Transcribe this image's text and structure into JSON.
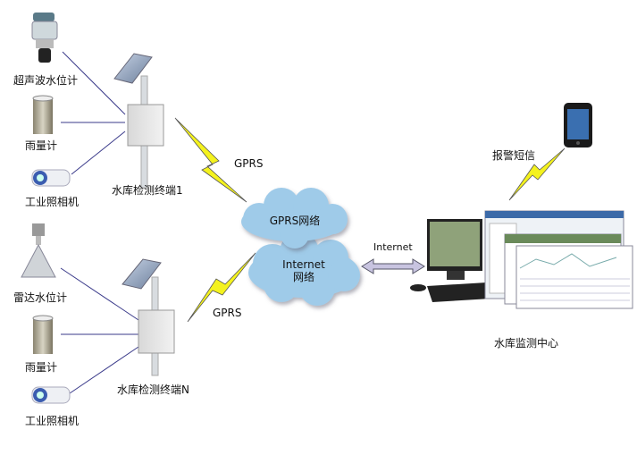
{
  "site1": {
    "sensors": [
      "超声波水位计",
      "雨量计",
      "工业照相机"
    ],
    "terminal": "水库检测终端1",
    "link": "GPRS"
  },
  "siteN": {
    "sensors": [
      "雷达水位计",
      "雨量计",
      "工业照相机"
    ],
    "terminal": "水库检测终端N",
    "link": "GPRS"
  },
  "network": {
    "gprs_cloud": "GPRS网络",
    "internet_cloud_line1": "Internet",
    "internet_cloud_line2": "网络",
    "internet_link": "Internet"
  },
  "center": {
    "label": "水库监测中心",
    "sms": "报警短信"
  },
  "colors": {
    "cloud": "#9fcbe9",
    "lightning": "#f4f21e",
    "line": "#3a3a8a",
    "arrow": "#c8c4e0"
  }
}
